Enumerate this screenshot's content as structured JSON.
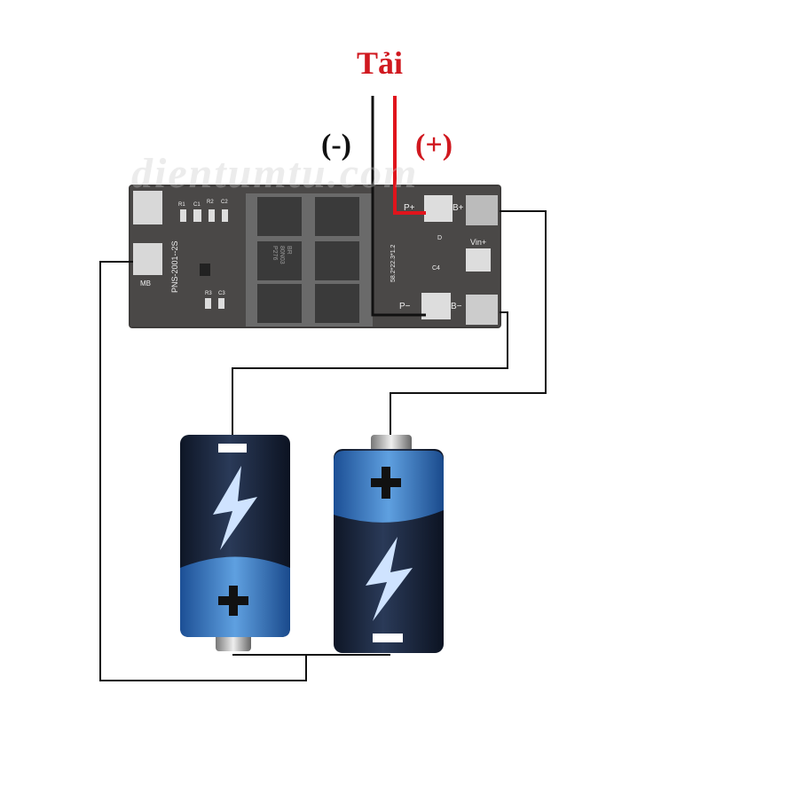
{
  "labels": {
    "load": "Tải",
    "negative": "(-)",
    "positive": "(+)",
    "watermark": "dientumtu.com"
  },
  "pcb": {
    "model": "PNS-2001--2S",
    "code": "58.2*22.3*1.2",
    "pads": {
      "mb": "MB",
      "p_plus": "P+",
      "b_plus": "B+",
      "vin_plus": "Vin+",
      "p_minus": "P−",
      "b_minus": "B−"
    },
    "components": [
      "R1",
      "C1",
      "R2",
      "C2",
      "R3",
      "C3",
      "D",
      "C4"
    ],
    "mosfet_marking": [
      "BR",
      "80N03",
      "P276"
    ]
  },
  "colors": {
    "load_wire": "#e0141c",
    "wire": "#111111",
    "battery_body": "#1b2a44",
    "battery_band": "#2f6fb8"
  }
}
